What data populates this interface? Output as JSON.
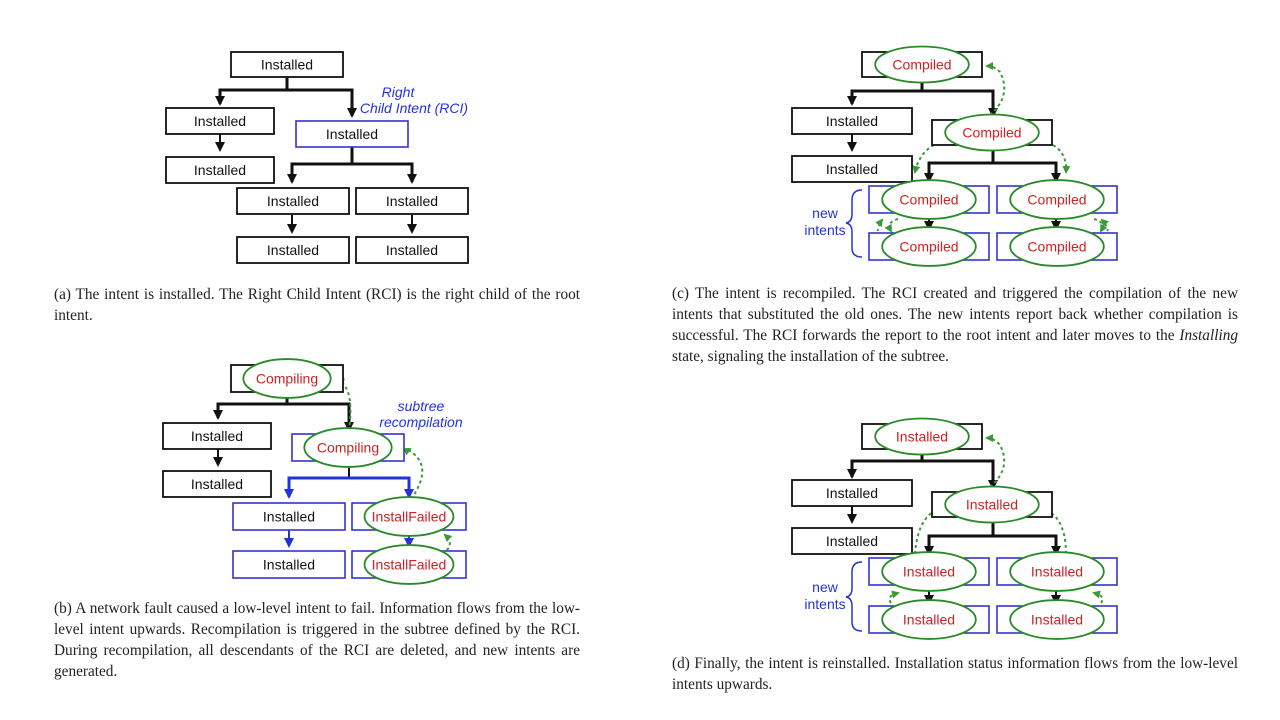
{
  "colors": {
    "black": "#111111",
    "blue": "#3333cc",
    "red": "#cc2222",
    "green": "#2a8a2a",
    "green_arrow": "#3a9a3a",
    "annotation_blue": "#2233dd"
  },
  "labels": {
    "installed": "Installed",
    "compiled": "Compiled",
    "compiling": "Compiling",
    "install_failed": "InstallFailed"
  },
  "annotations": {
    "rci_line1": "Right",
    "rci_line2": "Child Intent (RCI)",
    "subtree_line1": "subtree",
    "subtree_line2": "recompilation",
    "new_line1": "new",
    "new_line2": "intents"
  },
  "captions": {
    "a": "(a) The intent is installed. The Right Child Intent (RCI) is the right child of the root intent.",
    "b": "(b) A network fault caused a low-level intent to fail. Information flows from the low-level intent upwards. Recompilation is triggered in the subtree defined by the RCI. During recompilation, all descendants of the RCI are deleted, and new intents are generated.",
    "c_before": "(c) The intent is recompiled. The RCI created and triggered the compilation of the new intents that substituted the old ones. The new intents report back whether compilation is successful. The RCI forwards the report to the root intent and later moves to the ",
    "c_italic": "Installing",
    "c_after": " state, signaling the installation of the subtree.",
    "d": "(d) Finally, the intent is reinstalled. Installation status information flows from the low-level intents upwards."
  },
  "diagrams": [
    {
      "id": "a",
      "nodes": [
        {
          "id": "root",
          "label": "Installed",
          "style": "black"
        },
        {
          "id": "l1",
          "label": "Installed",
          "style": "black"
        },
        {
          "id": "l2",
          "label": "Installed",
          "style": "black"
        },
        {
          "id": "rci",
          "label": "Installed",
          "style": "blue"
        },
        {
          "id": "c1",
          "label": "Installed",
          "style": "black"
        },
        {
          "id": "c2",
          "label": "Installed",
          "style": "black"
        },
        {
          "id": "c3",
          "label": "Installed",
          "style": "black"
        },
        {
          "id": "c4",
          "label": "Installed",
          "style": "black"
        }
      ]
    },
    {
      "id": "b",
      "nodes": [
        {
          "id": "root",
          "label": "Compiling",
          "style": "black-ellipse"
        },
        {
          "id": "l1",
          "label": "Installed",
          "style": "black"
        },
        {
          "id": "l2",
          "label": "Installed",
          "style": "black"
        },
        {
          "id": "rci",
          "label": "Compiling",
          "style": "blue-ellipse"
        },
        {
          "id": "c1",
          "label": "Installed",
          "style": "blue"
        },
        {
          "id": "c2",
          "label": "InstallFailed",
          "style": "blue-ellipse"
        },
        {
          "id": "c3",
          "label": "Installed",
          "style": "blue"
        },
        {
          "id": "c4",
          "label": "InstallFailed",
          "style": "blue-ellipse"
        }
      ]
    },
    {
      "id": "c",
      "nodes": [
        {
          "id": "root",
          "label": "Compiled",
          "style": "black-ellipse"
        },
        {
          "id": "l1",
          "label": "Installed",
          "style": "black"
        },
        {
          "id": "l2",
          "label": "Installed",
          "style": "black"
        },
        {
          "id": "rci",
          "label": "Compiled",
          "style": "black-ellipse"
        },
        {
          "id": "c1",
          "label": "Compiled",
          "style": "blue-ellipse"
        },
        {
          "id": "c2",
          "label": "Compiled",
          "style": "blue-ellipse"
        },
        {
          "id": "c3",
          "label": "Compiled",
          "style": "blue-ellipse"
        },
        {
          "id": "c4",
          "label": "Compiled",
          "style": "blue-ellipse"
        }
      ]
    },
    {
      "id": "d",
      "nodes": [
        {
          "id": "root",
          "label": "Installed",
          "style": "black-ellipse"
        },
        {
          "id": "l1",
          "label": "Installed",
          "style": "black"
        },
        {
          "id": "l2",
          "label": "Installed",
          "style": "black"
        },
        {
          "id": "rci",
          "label": "Installed",
          "style": "black-ellipse"
        },
        {
          "id": "c1",
          "label": "Installed",
          "style": "blue-ellipse"
        },
        {
          "id": "c2",
          "label": "Installed",
          "style": "blue-ellipse"
        },
        {
          "id": "c3",
          "label": "Installed",
          "style": "blue-ellipse"
        },
        {
          "id": "c4",
          "label": "Installed",
          "style": "blue-ellipse"
        }
      ]
    }
  ]
}
